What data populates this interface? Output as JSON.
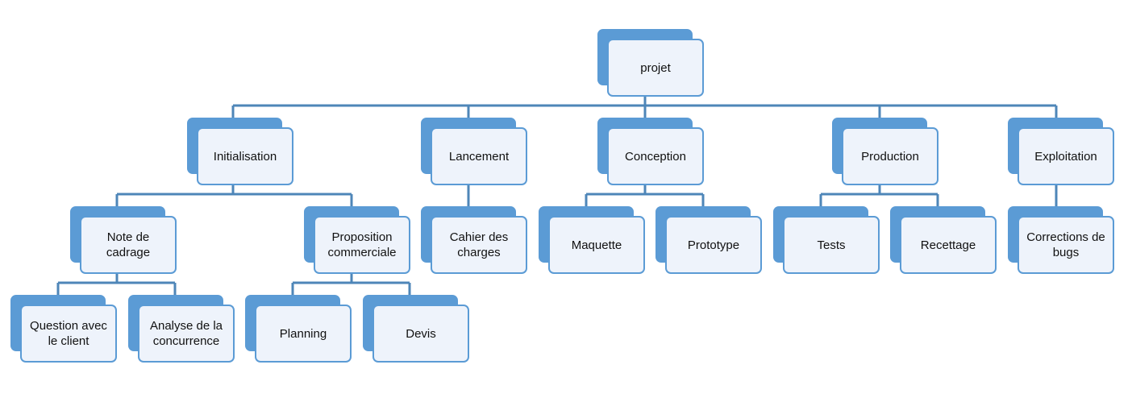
{
  "colors": {
    "accent": "#5b9bd5",
    "box_fill": "#eef3fb",
    "connector": "#4e86b8"
  },
  "root": {
    "label": "projet"
  },
  "phases": [
    {
      "label": "Initialisation"
    },
    {
      "label": "Lancement"
    },
    {
      "label": "Conception"
    },
    {
      "label": "Production"
    },
    {
      "label": "Exploitation"
    }
  ],
  "tasks": [
    {
      "label": "Note de\ncadrage"
    },
    {
      "label": "Proposition\ncommerciale"
    },
    {
      "label": "Cahier des\ncharges"
    },
    {
      "label": "Maquette"
    },
    {
      "label": "Prototype"
    },
    {
      "label": "Tests"
    },
    {
      "label": "Recettage"
    },
    {
      "label": "Corrections de\nbugs"
    }
  ],
  "subtasks": [
    {
      "label": "Question avec\nle client"
    },
    {
      "label": "Analyse de la\nconcurrence"
    },
    {
      "label": "Planning"
    },
    {
      "label": "Devis"
    }
  ]
}
